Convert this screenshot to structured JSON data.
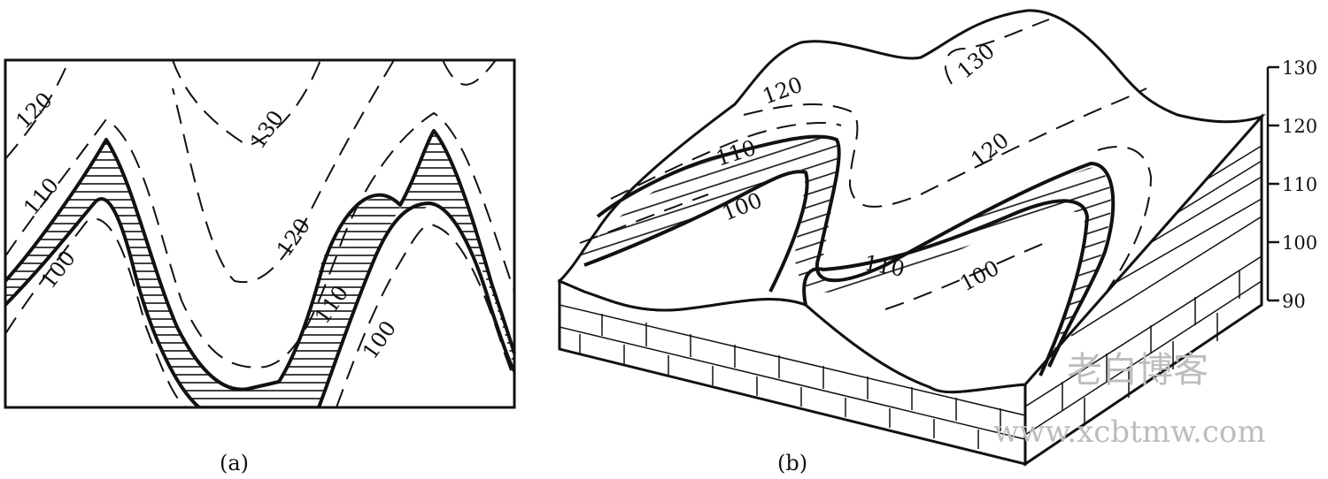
{
  "panel_a": {
    "caption": "(a)",
    "contour_labels": {
      "c130": "130",
      "c120_left": "120",
      "c120_mid": "120",
      "c110_left": "110",
      "c110_mid": "110",
      "c100_left": "100",
      "c100_mid": "100"
    }
  },
  "panel_b": {
    "caption": "(b)",
    "contour_labels": {
      "c130": "130",
      "c120_a": "120",
      "c120_b": "120",
      "c110_a": "110",
      "c110_b": "110",
      "c100_a": "100",
      "c100_b": "100"
    },
    "scale_ticks": [
      "130",
      "120",
      "110",
      "100",
      "90"
    ]
  },
  "watermark": {
    "line1": "老白博客",
    "line2": "www.xcbtmw.com"
  }
}
